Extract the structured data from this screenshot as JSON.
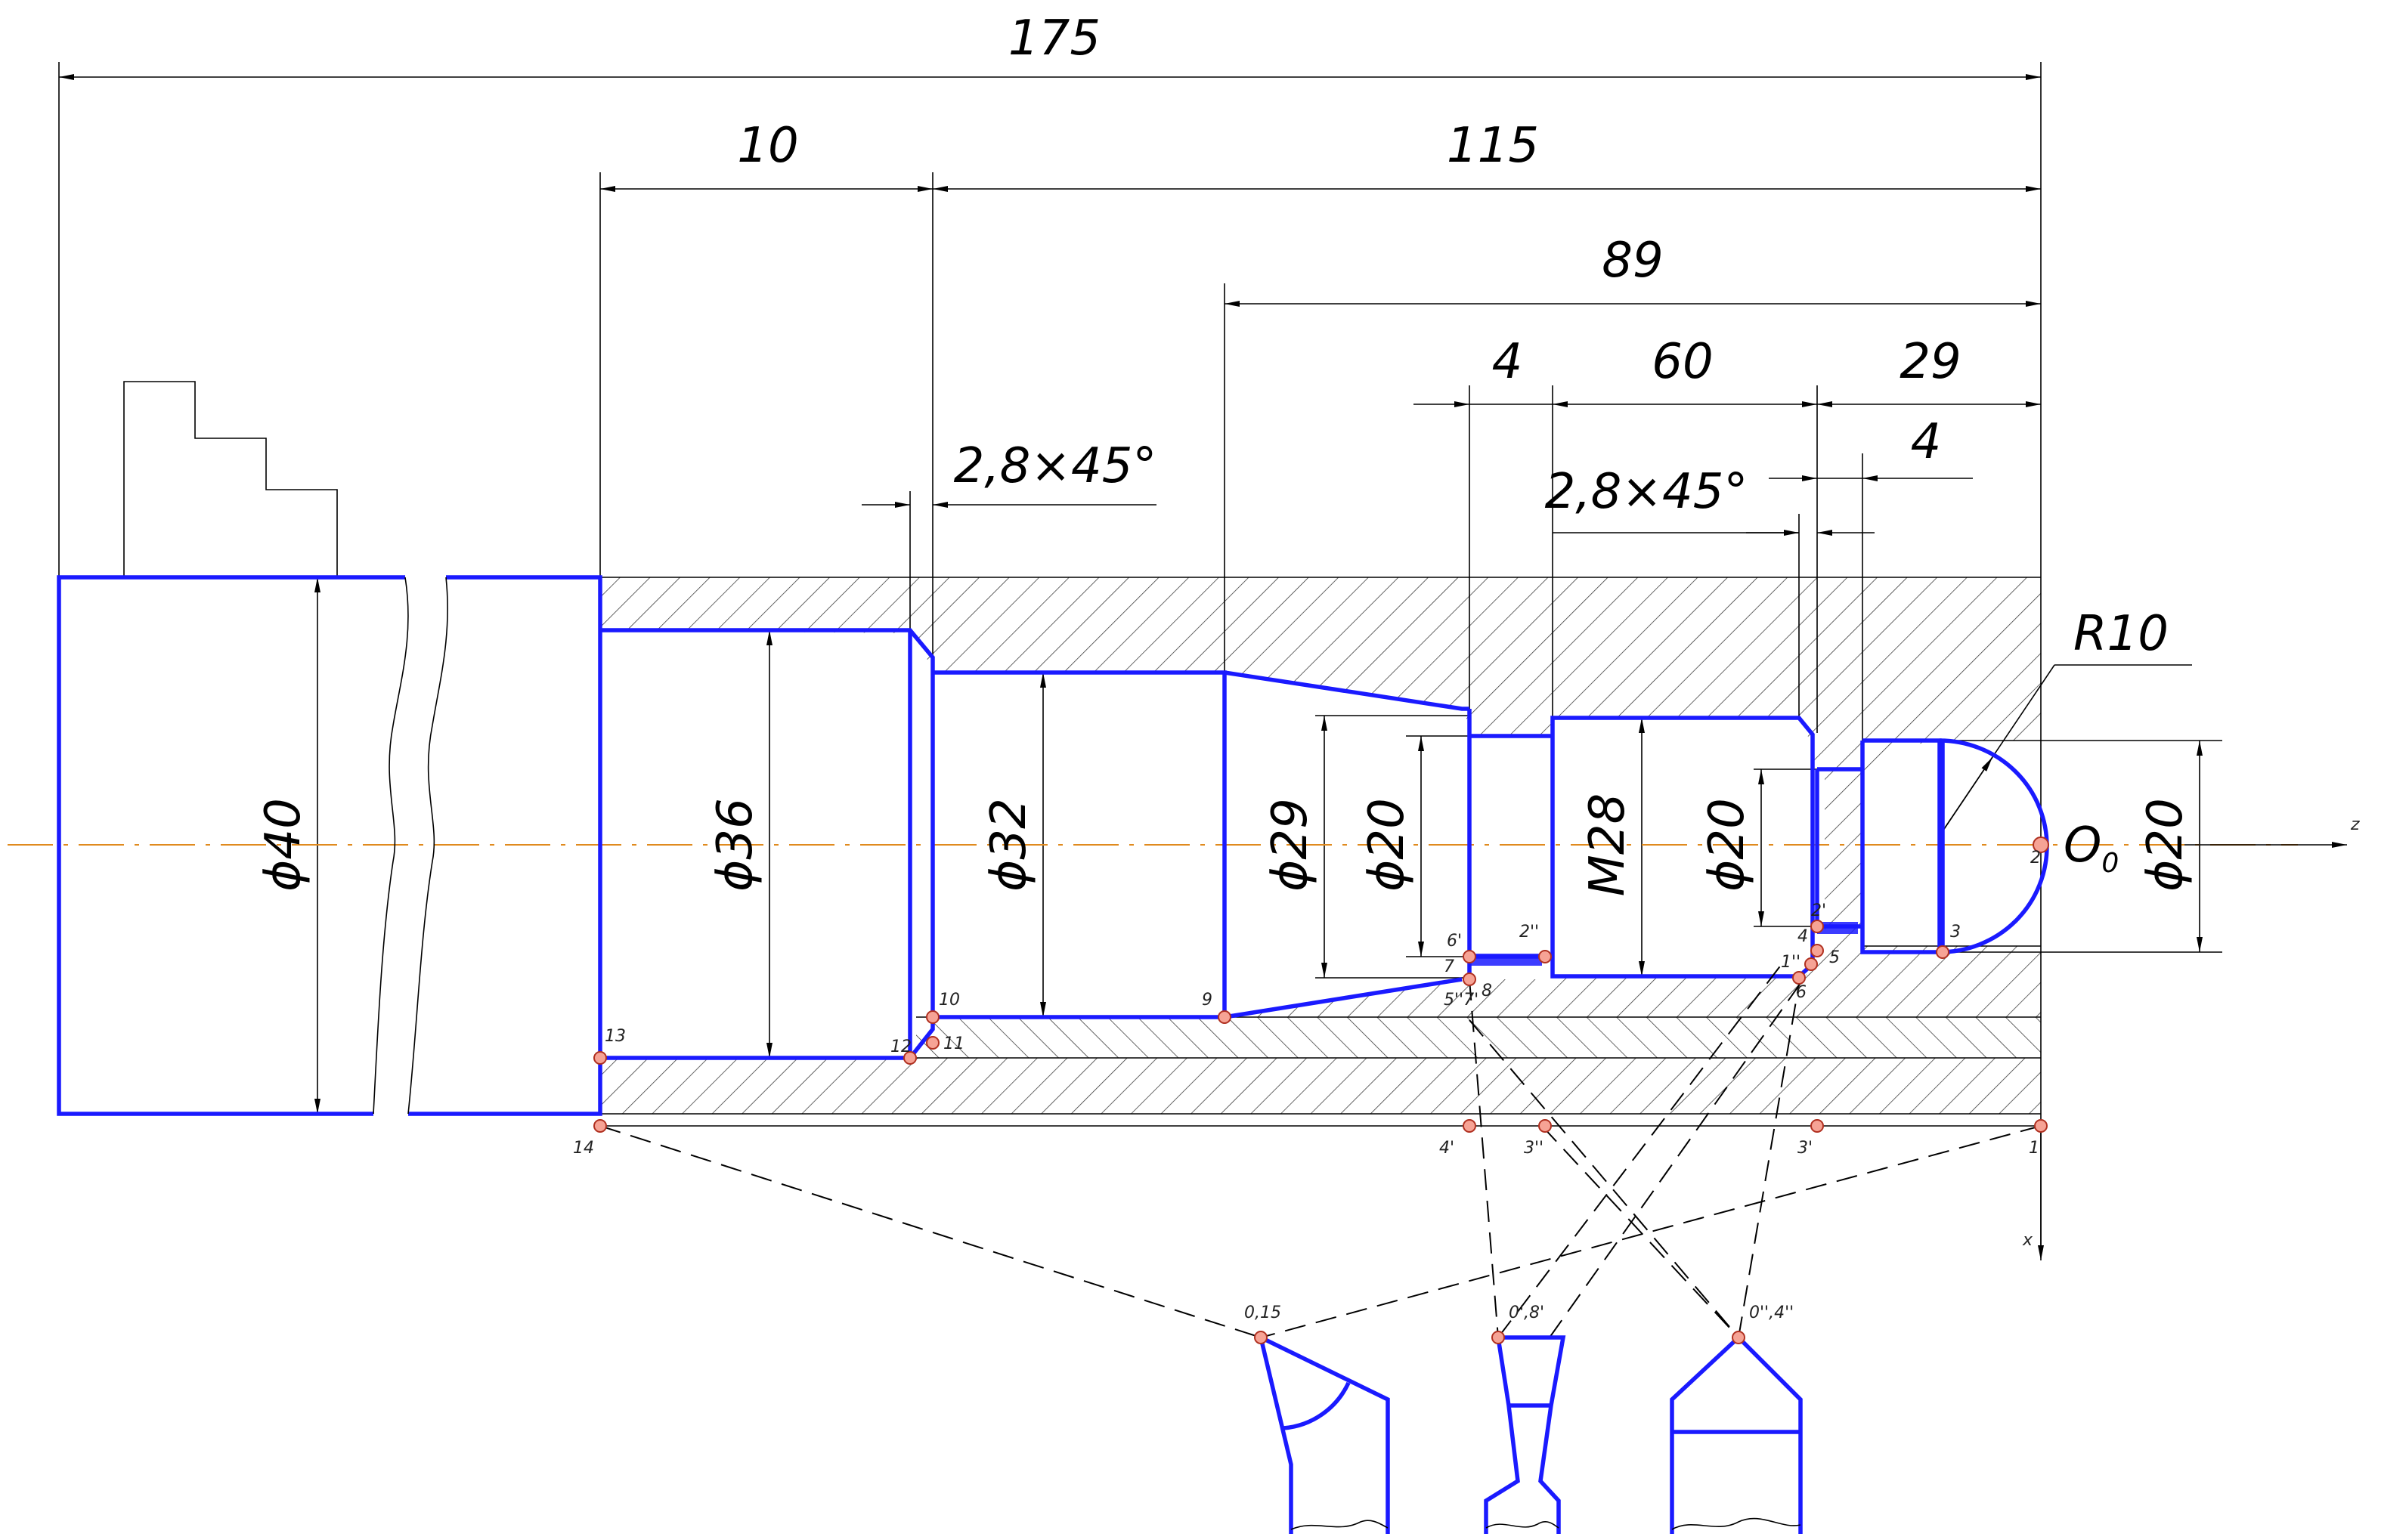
{
  "dimensions": {
    "overall_length": "175",
    "bore_depth": "10",
    "length_115": "115",
    "length_89": "89",
    "groove_width": "4",
    "thread_length": "60",
    "length_29": "29",
    "undercut_width": "4",
    "chamfer_left": "2,8×45°",
    "chamfer_right": "2,8×45°",
    "radius": "R10"
  },
  "diameters": {
    "d40": "ϕ40",
    "d36": "ϕ36",
    "d32": "ϕ32",
    "d29": "ϕ29",
    "d20_groove": "ϕ20",
    "thread": "M28",
    "d20_thread": "ϕ20",
    "d20_tip": "ϕ20"
  },
  "labels": {
    "origin": "O",
    "origin_sub": "0",
    "axis_z": "z",
    "axis_x": "x"
  },
  "points": {
    "p1": "1",
    "p2": "2",
    "p3": "3",
    "p4": "4",
    "p5": "5",
    "p6": "6",
    "p7": "7",
    "p8": "8",
    "p9": "9",
    "p10": "10",
    "p11": "11",
    "p12": "12",
    "p13": "13",
    "p14": "14",
    "p2p": "2'",
    "p4p": "4'",
    "p6p": "6'",
    "p1pp": "1''",
    "p2pp": "2''",
    "p3pp": "3''",
    "p3p": "3'",
    "p5p7p": "5''7'",
    "t015": "0,15",
    "t08": "0',8'",
    "t04": "0'',4''"
  },
  "colors": {
    "contour": "#1a1aff",
    "axis": "#e08a1e",
    "point": "#f6a395"
  }
}
